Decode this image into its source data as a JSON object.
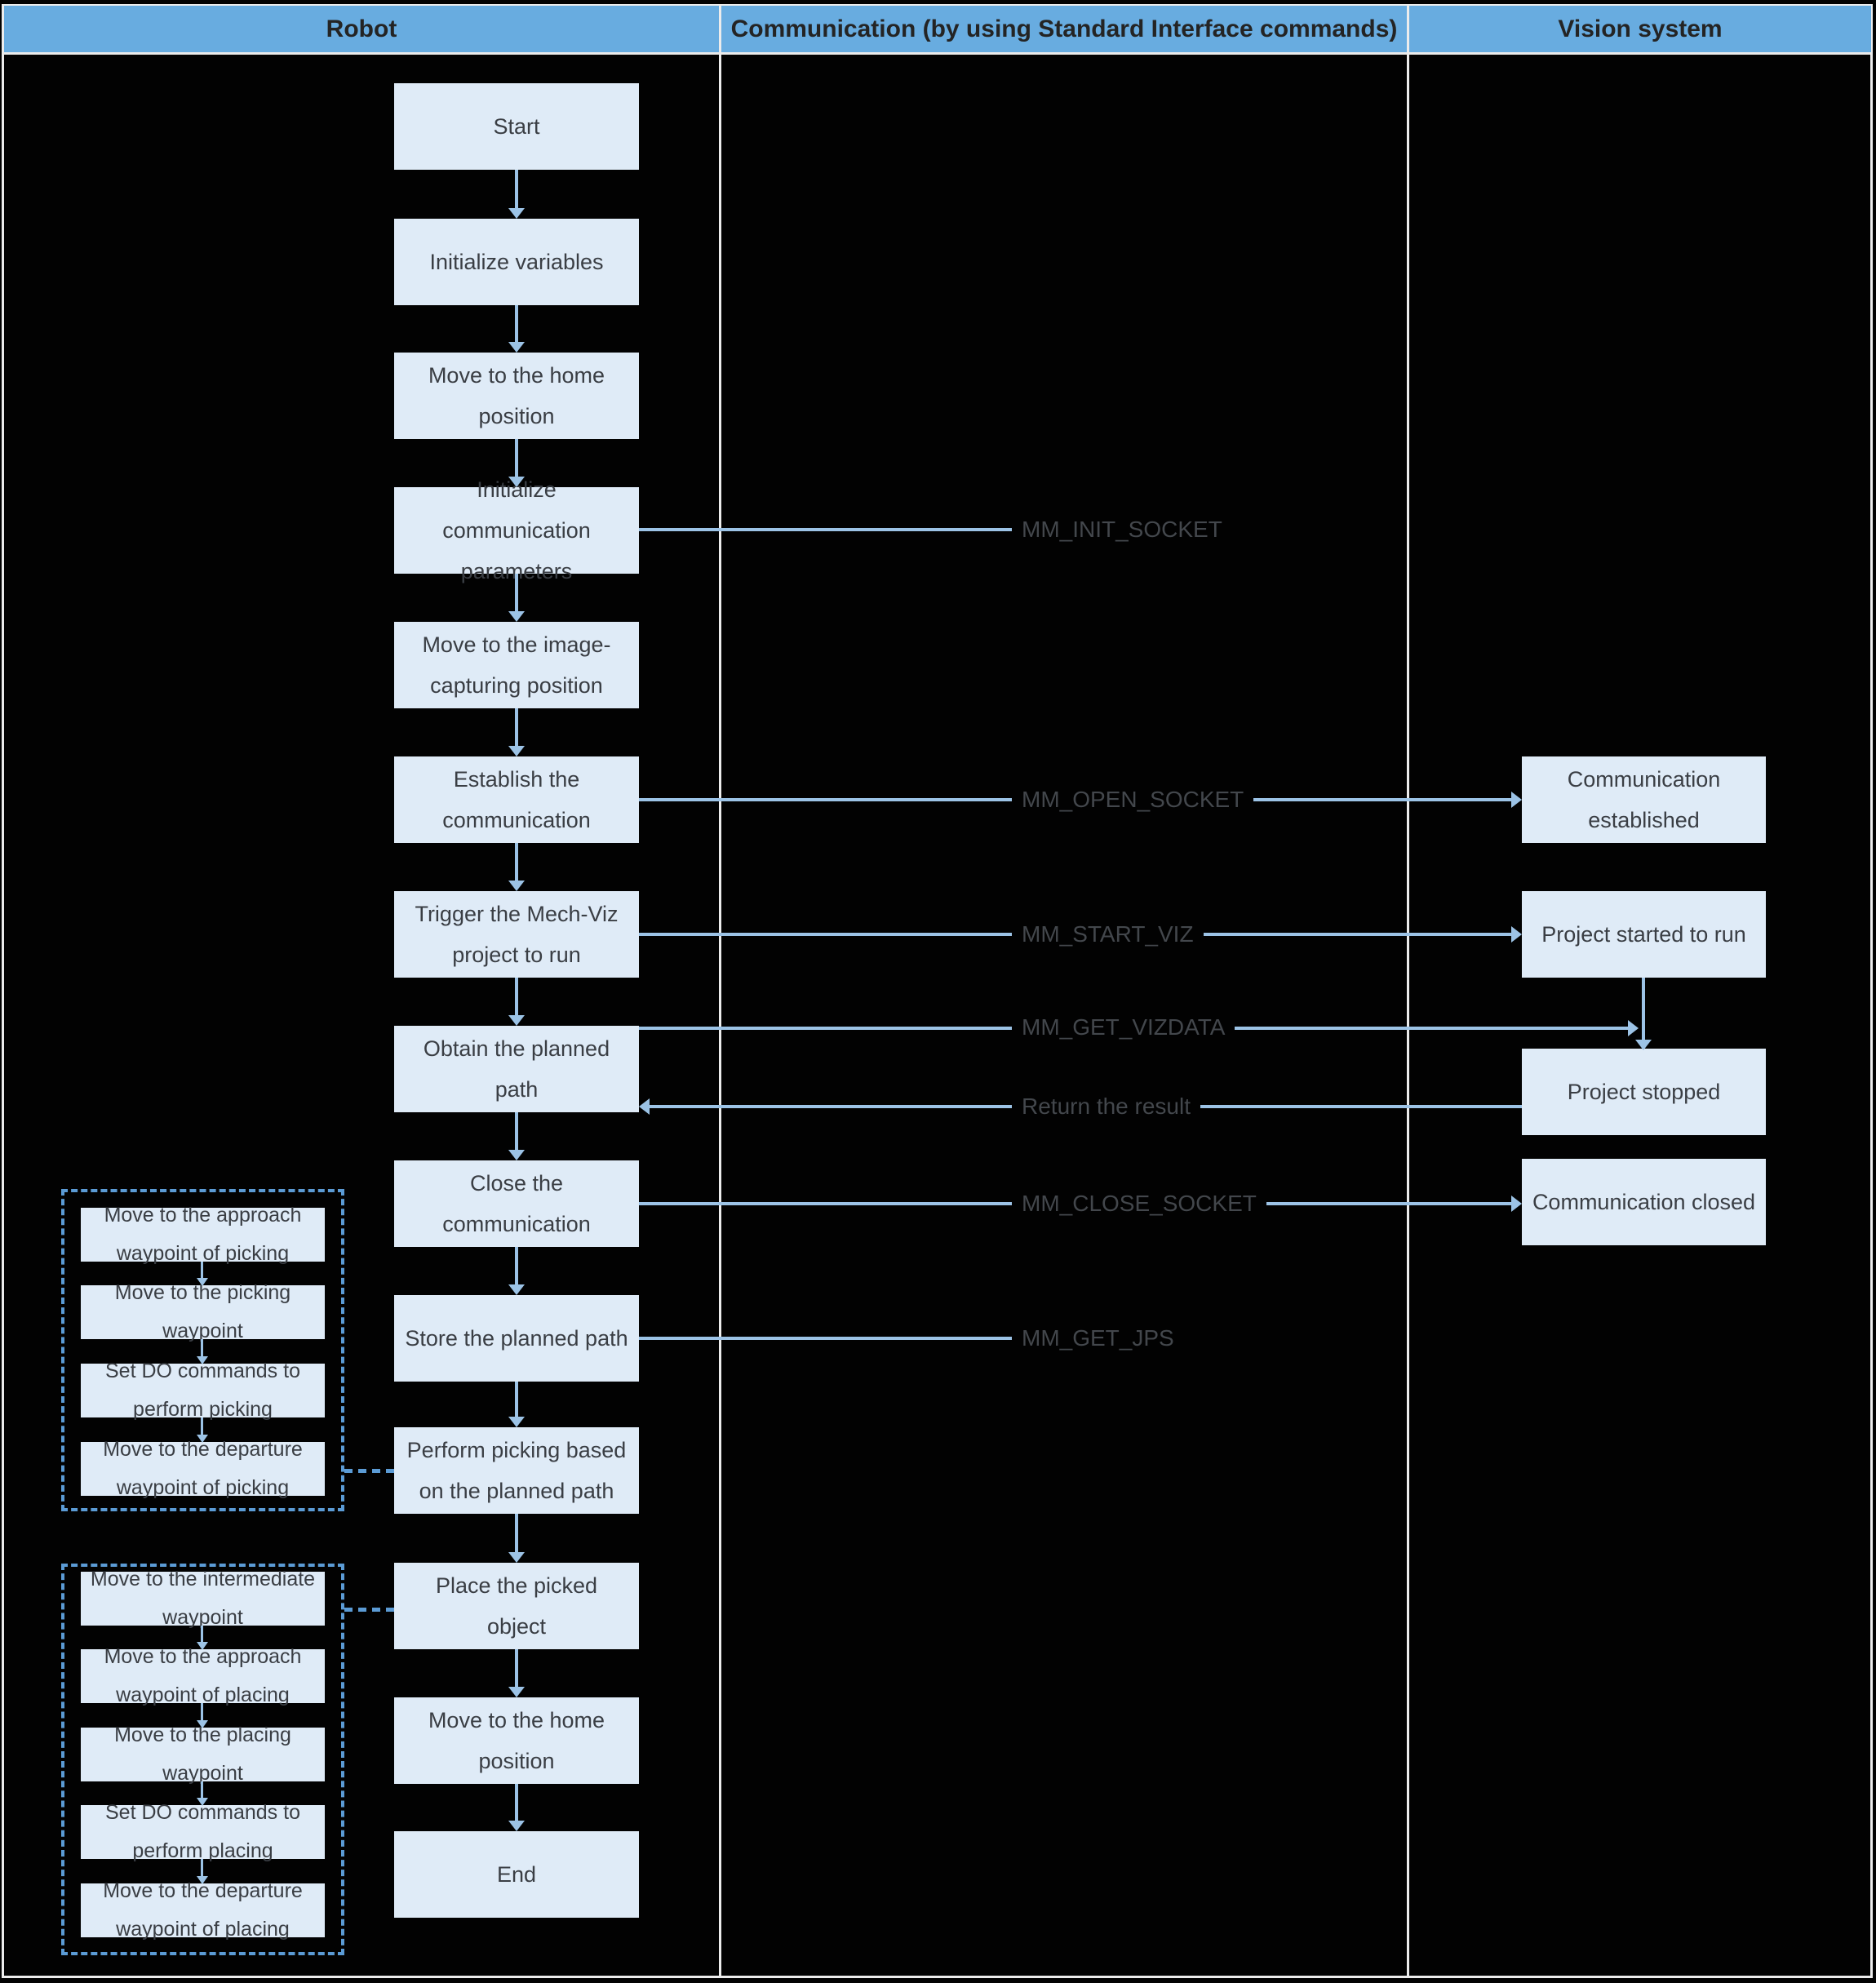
{
  "header": {
    "columns": [
      {
        "label": "Robot"
      },
      {
        "label": "Communication (by using Standard Interface commands)"
      },
      {
        "label": "Vision system"
      }
    ]
  },
  "robot_flow": [
    {
      "name": "start",
      "lines": [
        "Start"
      ]
    },
    {
      "name": "initialize-variables",
      "lines": [
        "Initialize variables"
      ]
    },
    {
      "name": "move-to-home-position",
      "lines": [
        "Move to the home",
        "position"
      ]
    },
    {
      "name": "initialize-communication-parameters",
      "lines": [
        "Initialize",
        "communication",
        "parameters"
      ]
    },
    {
      "name": "move-to-image-capturing-position",
      "lines": [
        "Move to the image-",
        "capturing position"
      ]
    },
    {
      "name": "establish-the-communication",
      "lines": [
        "Establish the",
        "communication"
      ]
    },
    {
      "name": "trigger-mech-viz-project-to-run",
      "lines": [
        "Trigger the Mech-Viz",
        "project to run"
      ]
    },
    {
      "name": "obtain-the-planned-path",
      "lines": [
        "Obtain the planned",
        "path"
      ]
    },
    {
      "name": "close-the-communication",
      "lines": [
        "Close the",
        "communication"
      ]
    },
    {
      "name": "store-the-planned-path",
      "lines": [
        "Store the planned path"
      ]
    },
    {
      "name": "perform-picking-based-on-planned-path",
      "lines": [
        "Perform picking based",
        "on the planned path"
      ]
    },
    {
      "name": "place-the-picked-object",
      "lines": [
        "Place the picked",
        "object"
      ]
    },
    {
      "name": "move-to-home-position-2",
      "lines": [
        "Move to the home",
        "position"
      ]
    },
    {
      "name": "end",
      "lines": [
        "End"
      ]
    }
  ],
  "vision_flow": [
    {
      "name": "communication-established",
      "lines": [
        "Communication",
        "established"
      ]
    },
    {
      "name": "project-started-to-run",
      "lines": [
        "Project started to run"
      ]
    },
    {
      "name": "project-stopped",
      "lines": [
        "Project stopped"
      ]
    },
    {
      "name": "communication-closed",
      "lines": [
        "Communication closed"
      ]
    }
  ],
  "commands": {
    "mm_init_socket": "MM_INIT_SOCKET",
    "mm_open_socket": "MM_OPEN_SOCKET",
    "mm_start_viz": "MM_START_VIZ",
    "mm_get_vizdata": "MM_GET_VIZDATA",
    "return_the_result": "Return the result",
    "mm_close_socket": "MM_CLOSE_SOCKET",
    "mm_get_jps": "MM_GET_JPS"
  },
  "picking_group": {
    "steps": [
      {
        "lines": [
          "Move to the approach",
          "waypoint of picking"
        ]
      },
      {
        "lines": [
          "Move to the picking",
          "waypoint"
        ]
      },
      {
        "lines": [
          "Set DO commands to",
          "perform picking"
        ]
      },
      {
        "lines": [
          "Move to the departure",
          "waypoint of picking"
        ]
      }
    ]
  },
  "placing_group": {
    "steps": [
      {
        "lines": [
          "Move to the intermediate",
          "waypoint"
        ]
      },
      {
        "lines": [
          "Move to the approach",
          "waypoint of placing"
        ]
      },
      {
        "lines": [
          "Move to the placing",
          "waypoint"
        ]
      },
      {
        "lines": [
          "Set DO commands to",
          "perform placing"
        ]
      },
      {
        "lines": [
          "Move to the departure",
          "waypoint of placing"
        ]
      }
    ]
  },
  "colors": {
    "canvas_bg": "#000000",
    "header_bg": "#68ACE0",
    "header_text": "#242424",
    "node_fill": "#DFEBF7",
    "node_text": "#3A3E44",
    "arrow": "#9CC3E6",
    "dashed_group": "#5B9BD5",
    "frame": "#ECECEC",
    "command_label_text": "#43474C"
  }
}
